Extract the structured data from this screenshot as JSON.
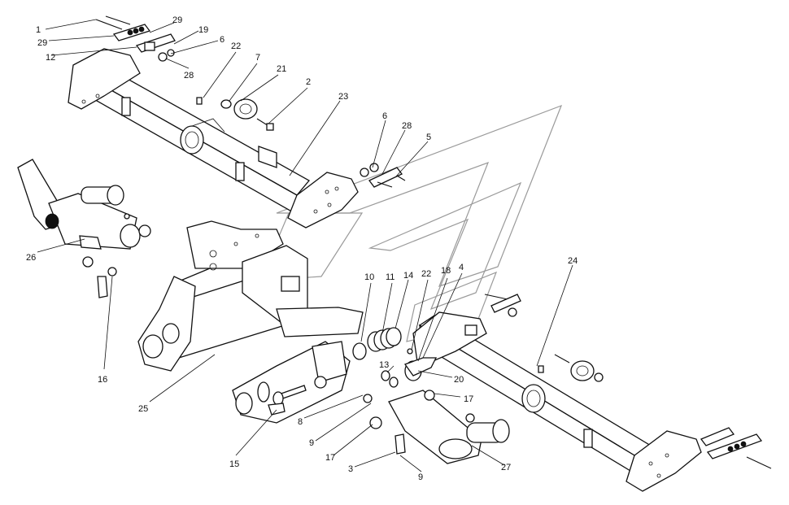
{
  "diagram": {
    "callouts": [
      {
        "id": "c1",
        "text": "1"
      },
      {
        "id": "c29a",
        "text": "29"
      },
      {
        "id": "c29b",
        "text": "29"
      },
      {
        "id": "c12",
        "text": "12"
      },
      {
        "id": "c19",
        "text": "19"
      },
      {
        "id": "c6a",
        "text": "6"
      },
      {
        "id": "c28a",
        "text": "28"
      },
      {
        "id": "c22a",
        "text": "22"
      },
      {
        "id": "c7",
        "text": "7"
      },
      {
        "id": "c21",
        "text": "21"
      },
      {
        "id": "c2",
        "text": "2"
      },
      {
        "id": "c23",
        "text": "23"
      },
      {
        "id": "c6b",
        "text": "6"
      },
      {
        "id": "c28b",
        "text": "28"
      },
      {
        "id": "c5",
        "text": "5"
      },
      {
        "id": "c26",
        "text": "26"
      },
      {
        "id": "c16",
        "text": "16"
      },
      {
        "id": "c25",
        "text": "25"
      },
      {
        "id": "c15",
        "text": "15"
      },
      {
        "id": "c10",
        "text": "10"
      },
      {
        "id": "c11",
        "text": "11"
      },
      {
        "id": "c14",
        "text": "14"
      },
      {
        "id": "c22b",
        "text": "22"
      },
      {
        "id": "c18",
        "text": "18"
      },
      {
        "id": "c4",
        "text": "4"
      },
      {
        "id": "c24",
        "text": "24"
      },
      {
        "id": "c13",
        "text": "13"
      },
      {
        "id": "c20",
        "text": "20"
      },
      {
        "id": "c17a",
        "text": "17"
      },
      {
        "id": "c8",
        "text": "8"
      },
      {
        "id": "c9a",
        "text": "9"
      },
      {
        "id": "c17b",
        "text": "17"
      },
      {
        "id": "c3",
        "text": "3"
      },
      {
        "id": "c9b",
        "text": "9"
      },
      {
        "id": "c27",
        "text": "27"
      }
    ]
  }
}
